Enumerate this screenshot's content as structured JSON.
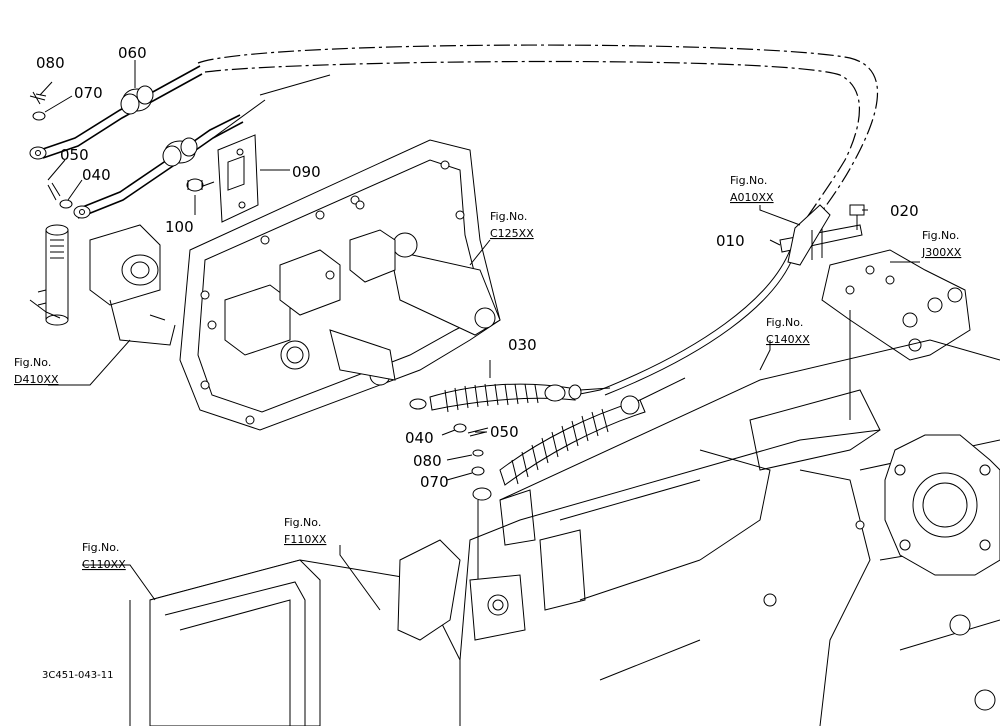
{
  "parts": {
    "p080_top": "080",
    "p070_top": "070",
    "p060": "060",
    "p050_top": "050",
    "p040_top": "040",
    "p090": "090",
    "p100": "100",
    "p020": "020",
    "p010": "010",
    "p030": "030",
    "p040_mid": "040",
    "p050_mid": "050",
    "p080_mid": "080",
    "p070_mid": "070"
  },
  "figure_refs": {
    "label": "Fig.No.",
    "d410": "D410XX",
    "c125": "C125XX",
    "a010": "A010XX",
    "j300": "J300XX",
    "c140": "C140XX",
    "f110": "F110XX",
    "c110": "C110XX"
  },
  "drawing_code": "3C451-043-11"
}
